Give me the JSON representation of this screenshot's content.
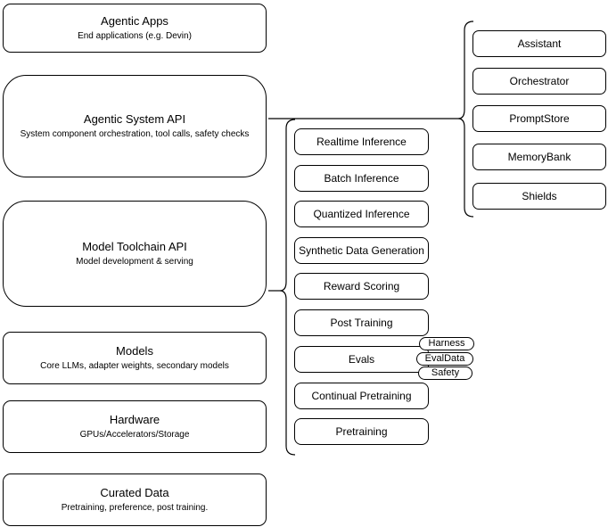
{
  "left_column": [
    {
      "title": "Agentic Apps",
      "subtitle": "End applications (e.g. Devin)"
    },
    {
      "title": "Agentic System API",
      "subtitle": "System component orchestration, tool calls, safety checks"
    },
    {
      "title": "Model Toolchain API",
      "subtitle": "Model development & serving"
    },
    {
      "title": "Models",
      "subtitle": "Core LLMs, adapter weights, secondary models"
    },
    {
      "title": "Hardware",
      "subtitle": "GPUs/Accelerators/Storage"
    },
    {
      "title": "Curated Data",
      "subtitle": "Pretraining, preference, post training."
    }
  ],
  "toolchain_components": [
    "Realtime Inference",
    "Batch Inference",
    "Quantized Inference",
    "Synthetic Data Generation",
    "Reward Scoring",
    "Post Training",
    "Evals",
    "Continual Pretraining",
    "Pretraining"
  ],
  "eval_pills": [
    "Harness",
    "EvalData",
    "Safety"
  ],
  "agentic_components": [
    "Assistant",
    "Orchestrator",
    "PromptStore",
    "MemoryBank",
    "Shields"
  ],
  "colors": {
    "stroke": "#000000",
    "fill": "#ffffff",
    "text": "#000000"
  }
}
